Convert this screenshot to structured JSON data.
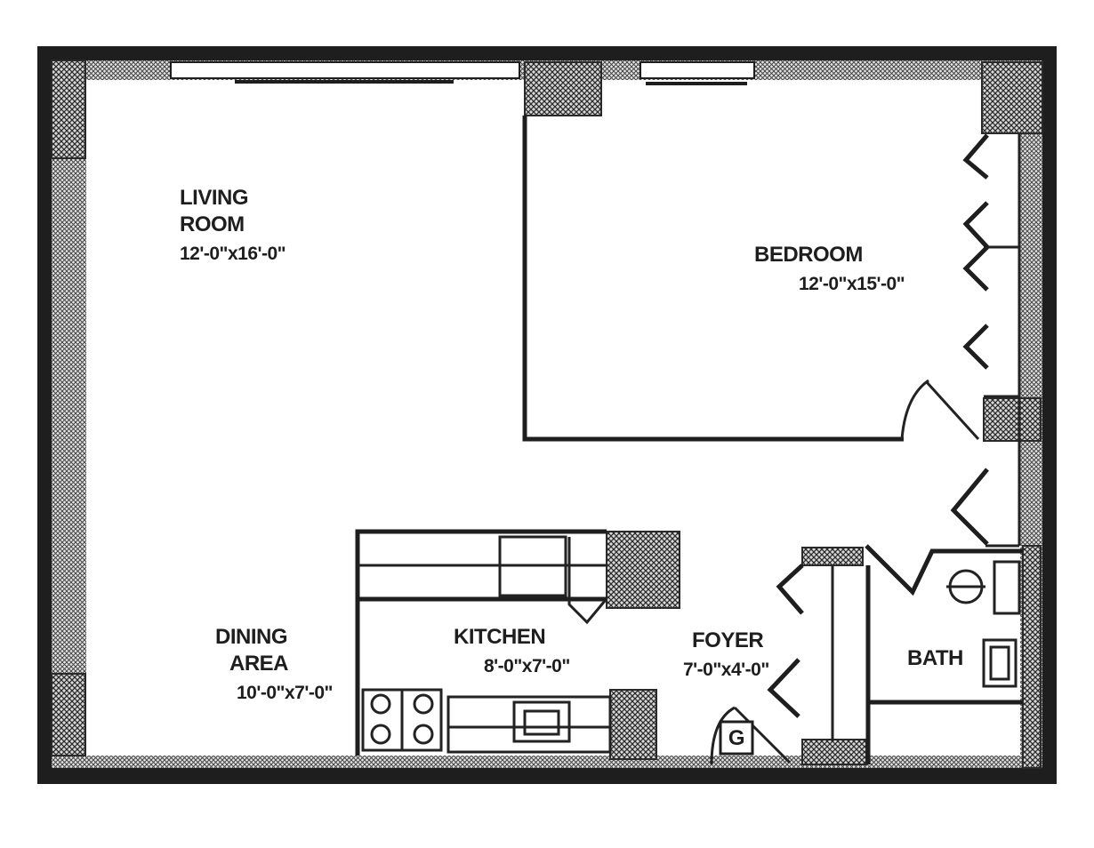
{
  "rooms": {
    "living": {
      "name_line1": "LIVING",
      "name_line2": "ROOM",
      "dims": "12'-0\"x16'-0\""
    },
    "bedroom": {
      "name": "BEDROOM",
      "dims": "12'-0\"x15'-0\""
    },
    "dining": {
      "name_line1": "DINING",
      "name_line2": "AREA",
      "dims": "10'-0\"x7'-0\""
    },
    "kitchen": {
      "name": "KITCHEN",
      "dims": "8'-0\"x7'-0\""
    },
    "foyer": {
      "name": "FOYER",
      "dims": "7'-0\"x4'-0\""
    },
    "bath": {
      "name": "BATH"
    }
  },
  "fixtures": {
    "gas_meter_label": "G"
  },
  "colors": {
    "wall": "#1e1e1e",
    "paper": "#ffffff"
  }
}
